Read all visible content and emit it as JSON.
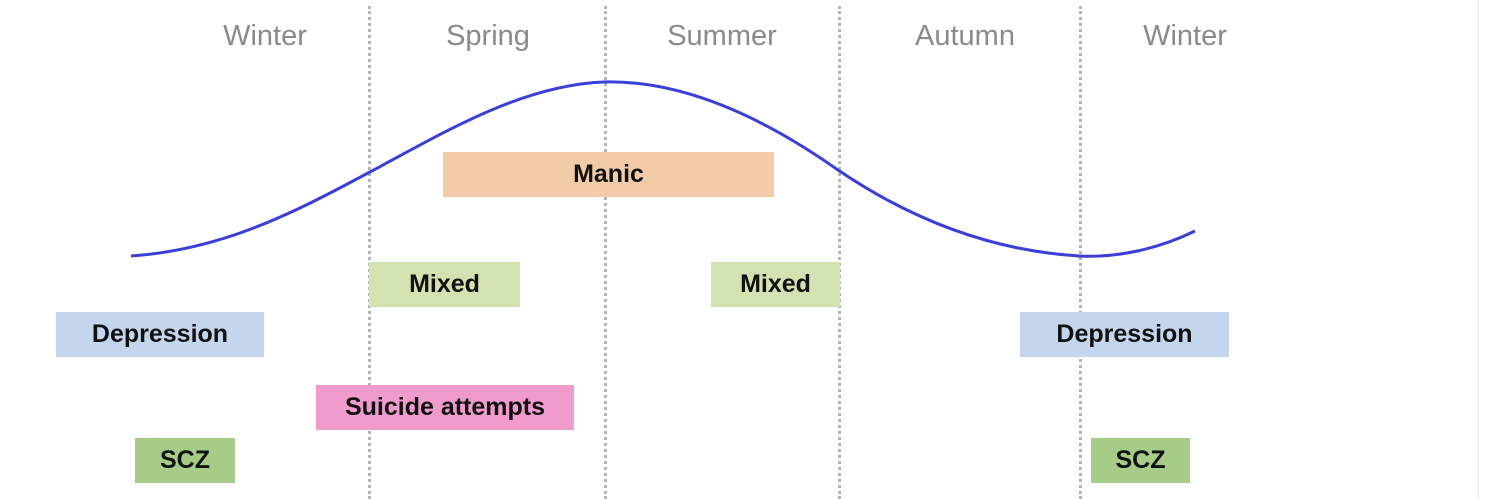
{
  "seasons": [
    "Winter",
    "Spring",
    "Summer",
    "Autumn",
    "Winter"
  ],
  "states": {
    "manic": "Manic",
    "mixed_spring": "Mixed",
    "mixed_autumn": "Mixed",
    "depression_left": "Depression",
    "depression_right": "Depression",
    "suicide": "Suicide attempts",
    "scz_left": "SCZ",
    "scz_right": "SCZ"
  },
  "colors": {
    "curve": "#3a3fd8",
    "manic": "#f2cba9",
    "mixed": "#d2e2b0",
    "depression": "#c4d6ee",
    "suicide": "#f09bcb",
    "scz": "#a7cc88",
    "season_text": "#8a8a8a",
    "divider": "#b5b5b5"
  }
}
